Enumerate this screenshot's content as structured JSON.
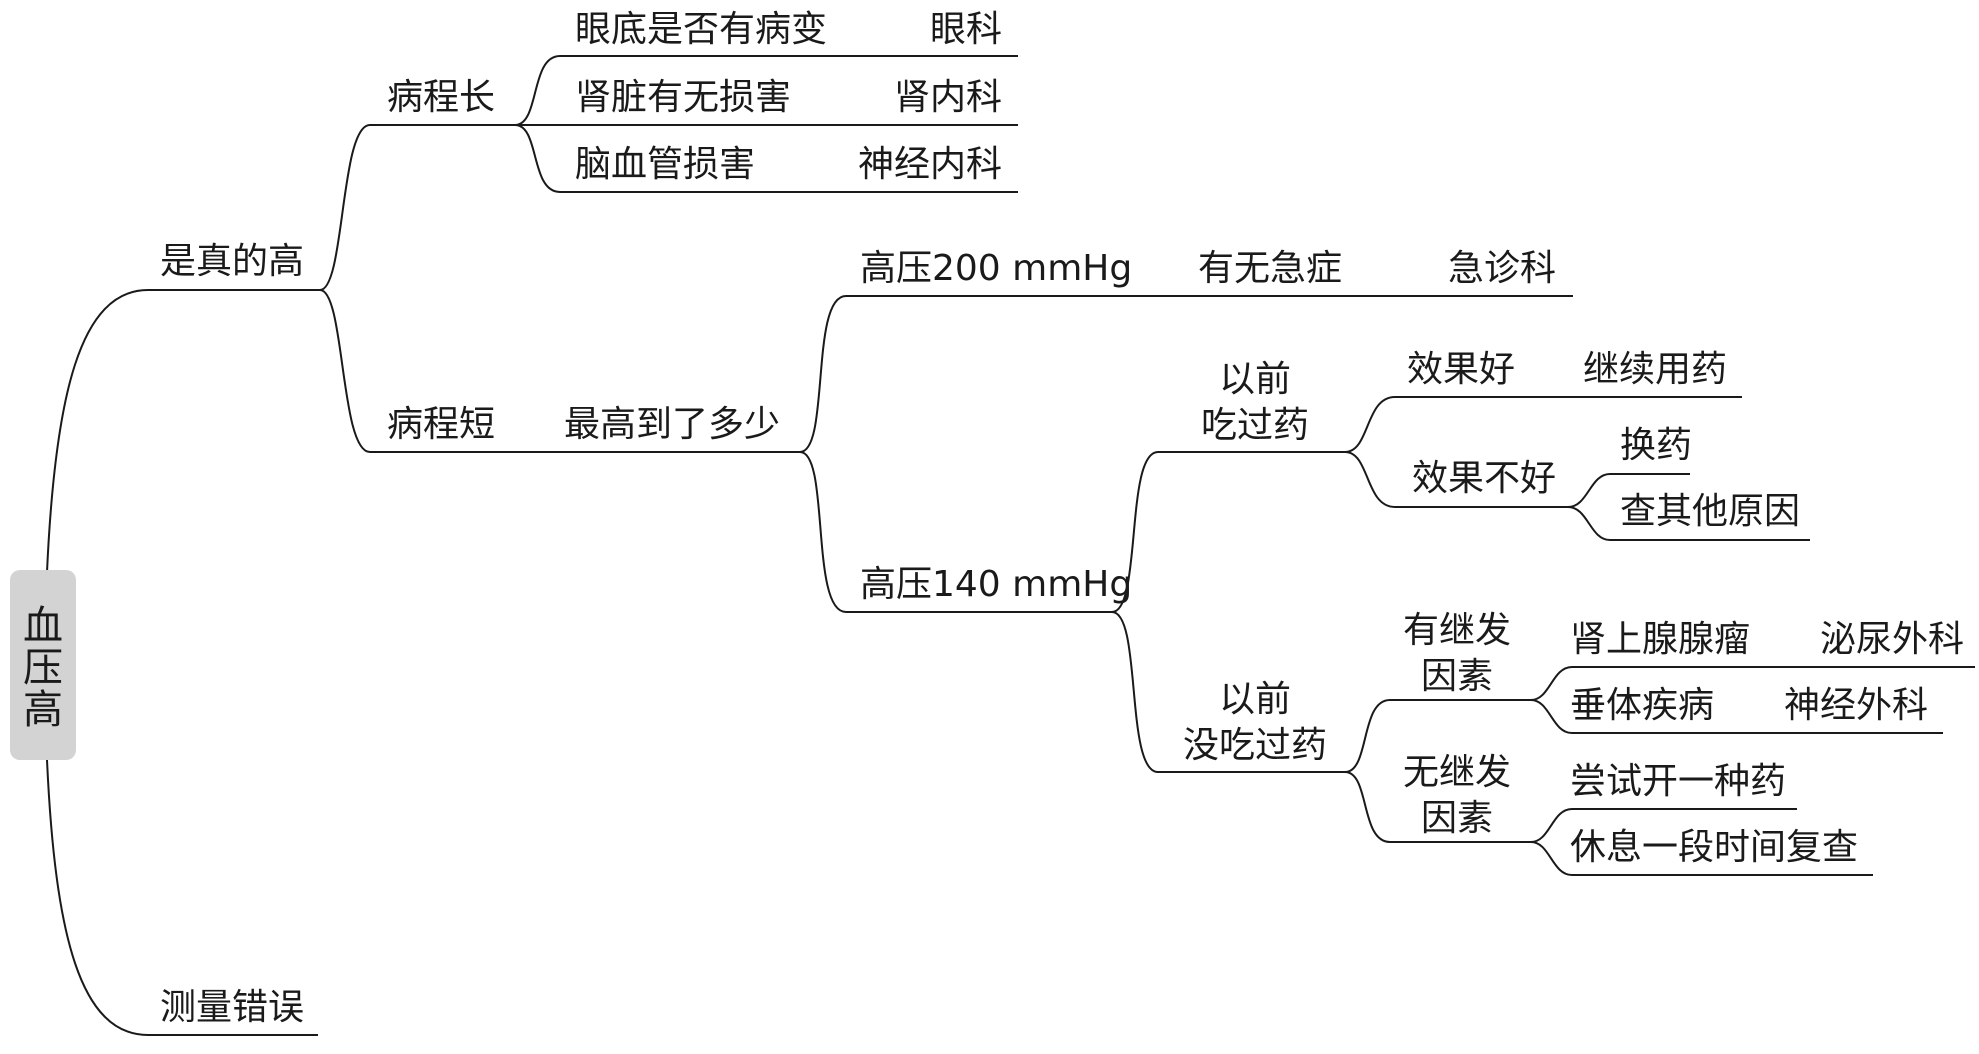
{
  "root": {
    "chars": [
      "血",
      "压",
      "高"
    ]
  },
  "branches": {
    "really_high": "是真的高",
    "measurement_error": "测量错误"
  },
  "long_course": {
    "label": "病程长",
    "items": [
      {
        "check": "眼底是否有病变",
        "dept": "眼科"
      },
      {
        "check": "肾脏有无损害",
        "dept": "肾内科"
      },
      {
        "check": "脑血管损害",
        "dept": "神经内科"
      }
    ]
  },
  "short_course": {
    "label": "病程短",
    "question": "最高到了多少",
    "bp200": {
      "label": "高压200 mmHg",
      "check": "有无急症",
      "dept": "急诊科"
    },
    "bp140": {
      "label": "高压140 mmHg",
      "took_meds": {
        "line1": "以前",
        "line2": "吃过药",
        "good": {
          "label": "效果好",
          "action": "继续用药"
        },
        "bad": {
          "label": "效果不好",
          "actions": [
            "换药",
            "查其他原因"
          ]
        }
      },
      "no_meds": {
        "line1": "以前",
        "line2": "没吃过药",
        "secondary": {
          "line1": "有继发",
          "line2": "因素",
          "items": [
            {
              "cause": "肾上腺腺瘤",
              "dept": "泌尿外科"
            },
            {
              "cause": "垂体疾病",
              "dept": "神经外科"
            }
          ]
        },
        "no_secondary": {
          "line1": "无继发",
          "line2": "因素",
          "actions": [
            "尝试开一种药",
            "休息一段时间复查"
          ]
        }
      }
    }
  }
}
